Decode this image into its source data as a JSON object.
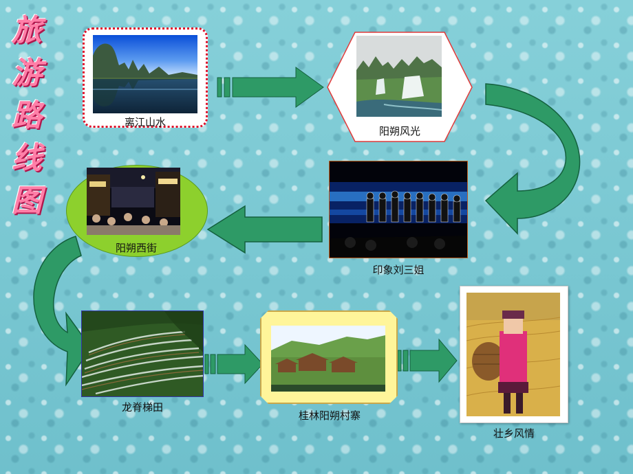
{
  "title": [
    "旅",
    "游",
    "路",
    "线",
    "图"
  ],
  "nodes": [
    {
      "id": "lijiang",
      "label": "离江山水"
    },
    {
      "id": "yangshuo-scenery",
      "label": "阳朔风光"
    },
    {
      "id": "impression",
      "label": "印象刘三姐"
    },
    {
      "id": "west-street",
      "label": "阳朔西街"
    },
    {
      "id": "longji",
      "label": "龙脊梯田"
    },
    {
      "id": "village",
      "label": "桂林阳朔村寨"
    },
    {
      "id": "zhuang",
      "label": "壮乡风情"
    }
  ],
  "colors": {
    "arrow": "#2e9a66",
    "arrow_dark": "#14603e",
    "title": "#ff7fa8",
    "oval": "#8dd02d",
    "frame_yellow": "#fff59a"
  }
}
